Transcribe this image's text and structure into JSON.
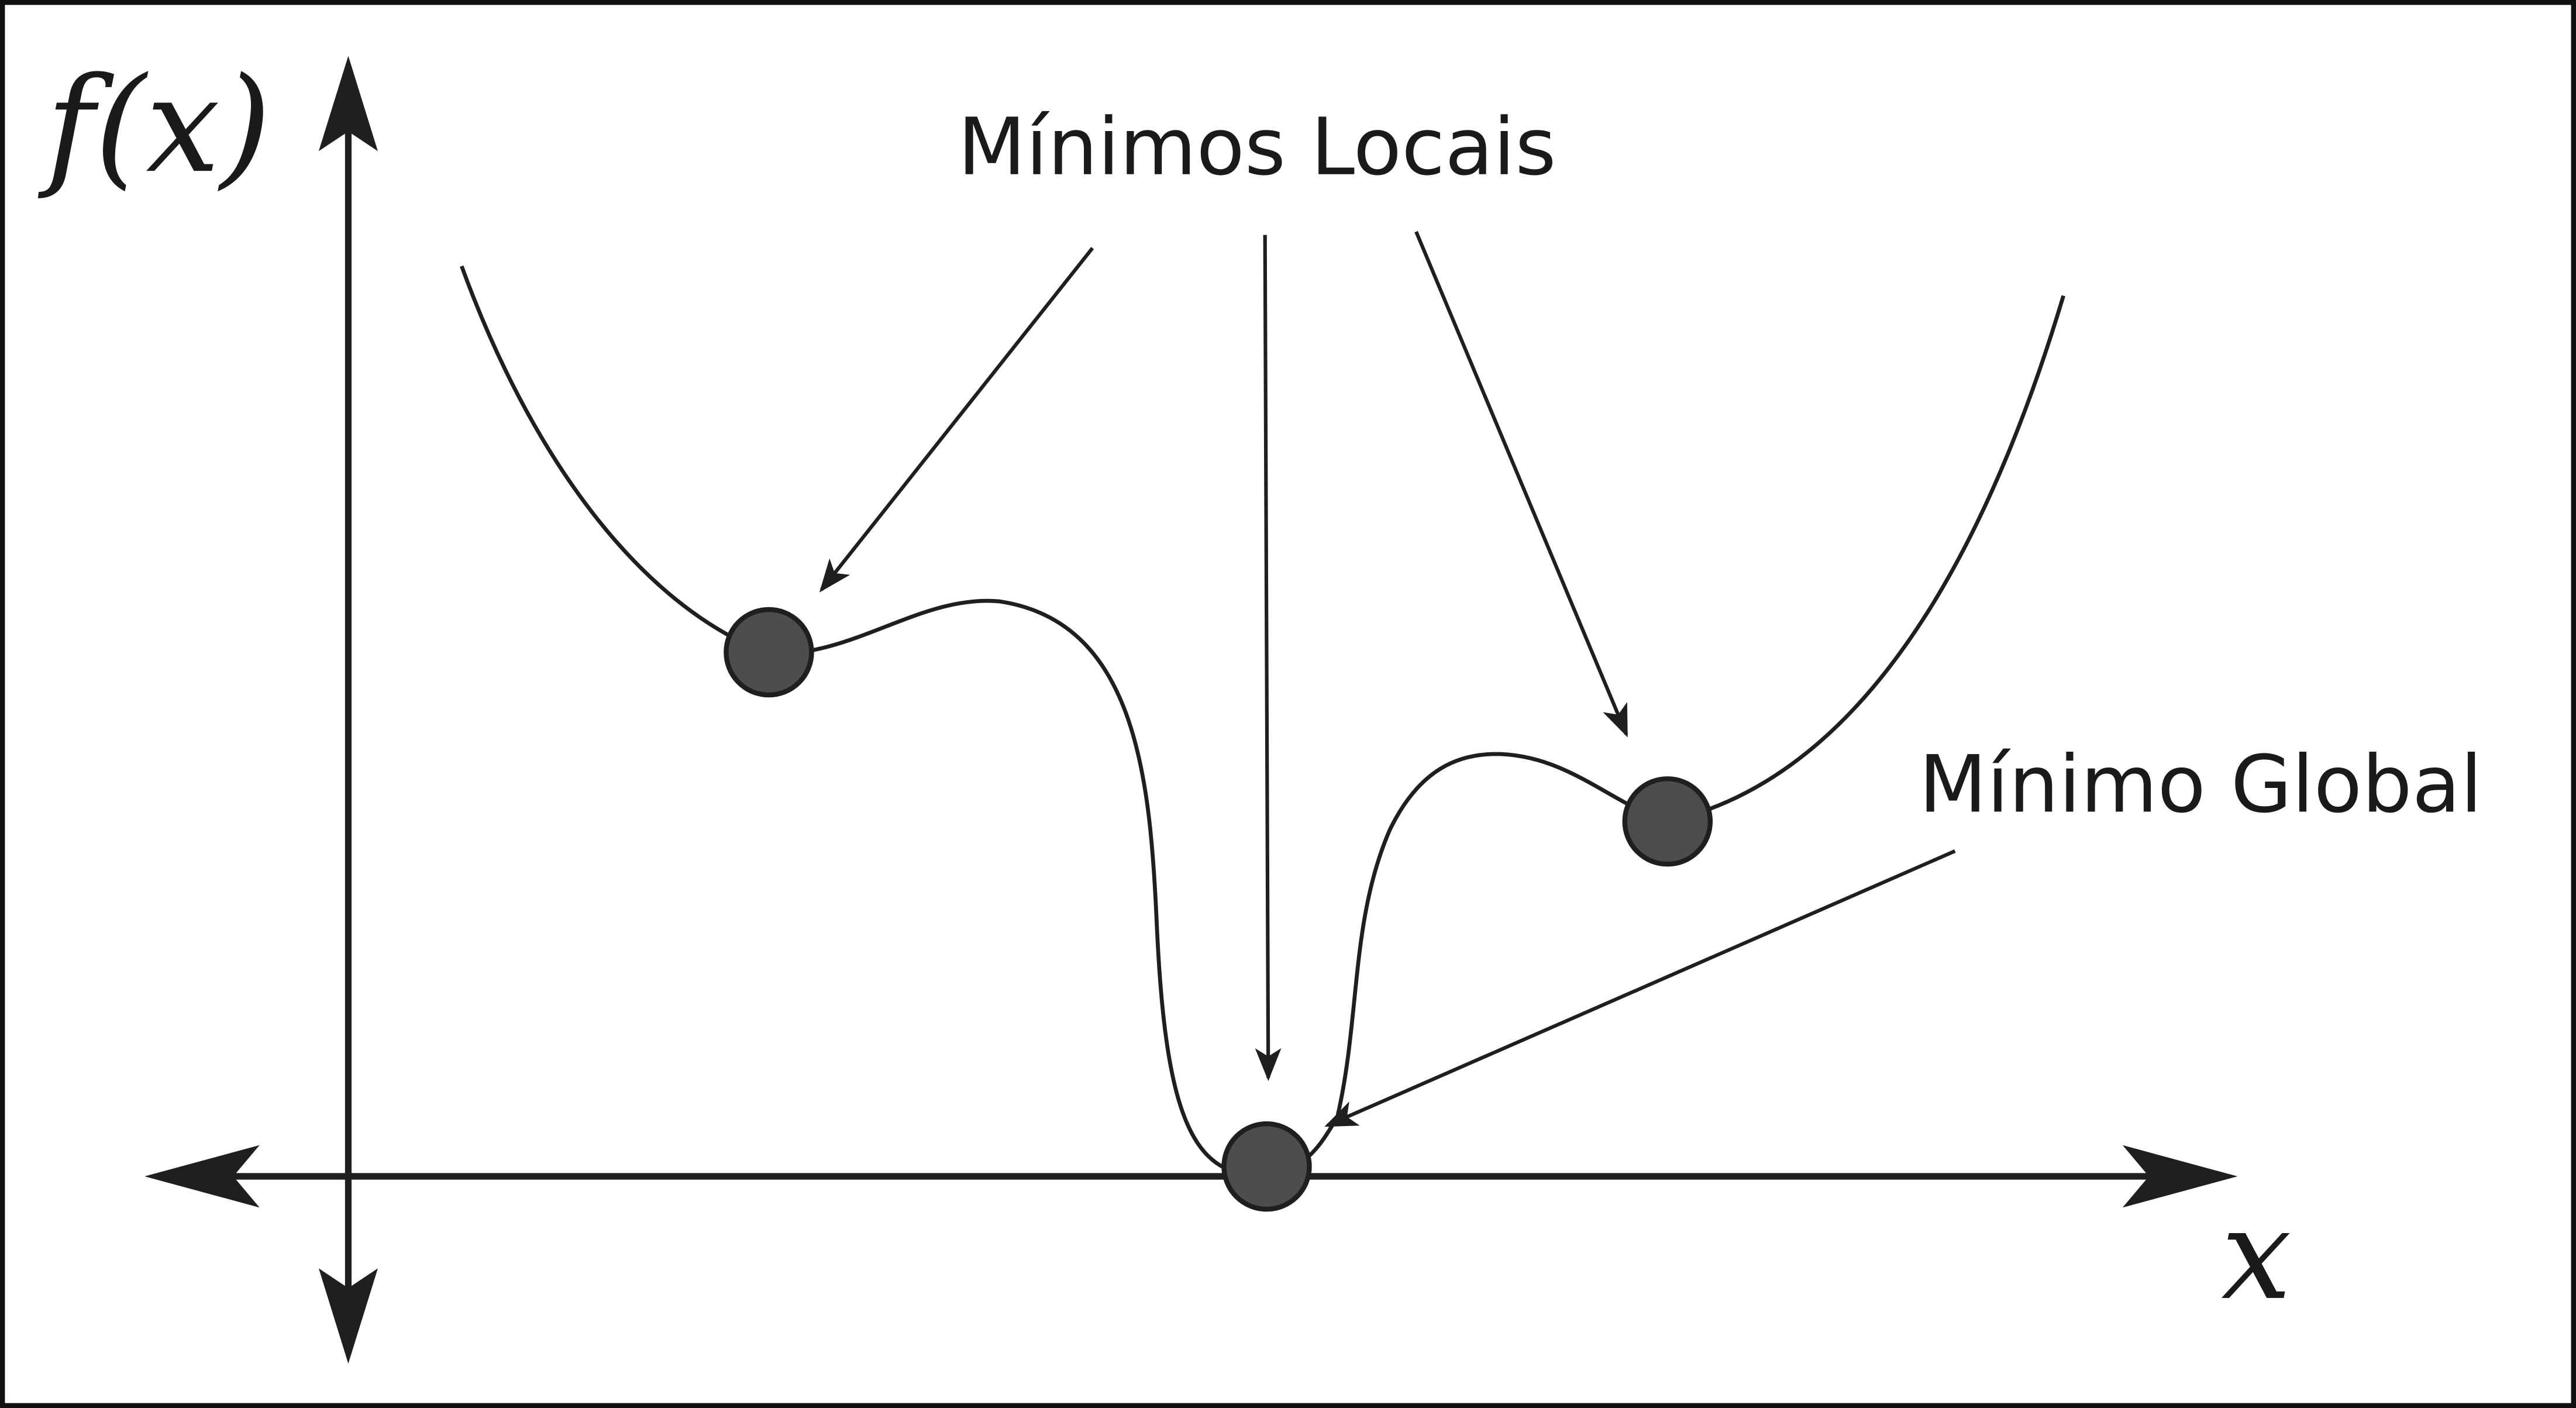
{
  "diagram": {
    "axis_y_label": "f(x)",
    "axis_x_label": "x",
    "local_minima_label": "Mínimos Locais",
    "global_minimum_label": "Mínimo Global",
    "colors": {
      "stroke": "#1f1f1f",
      "point_fill": "#4d4d4d",
      "background": "#ffffff"
    }
  }
}
